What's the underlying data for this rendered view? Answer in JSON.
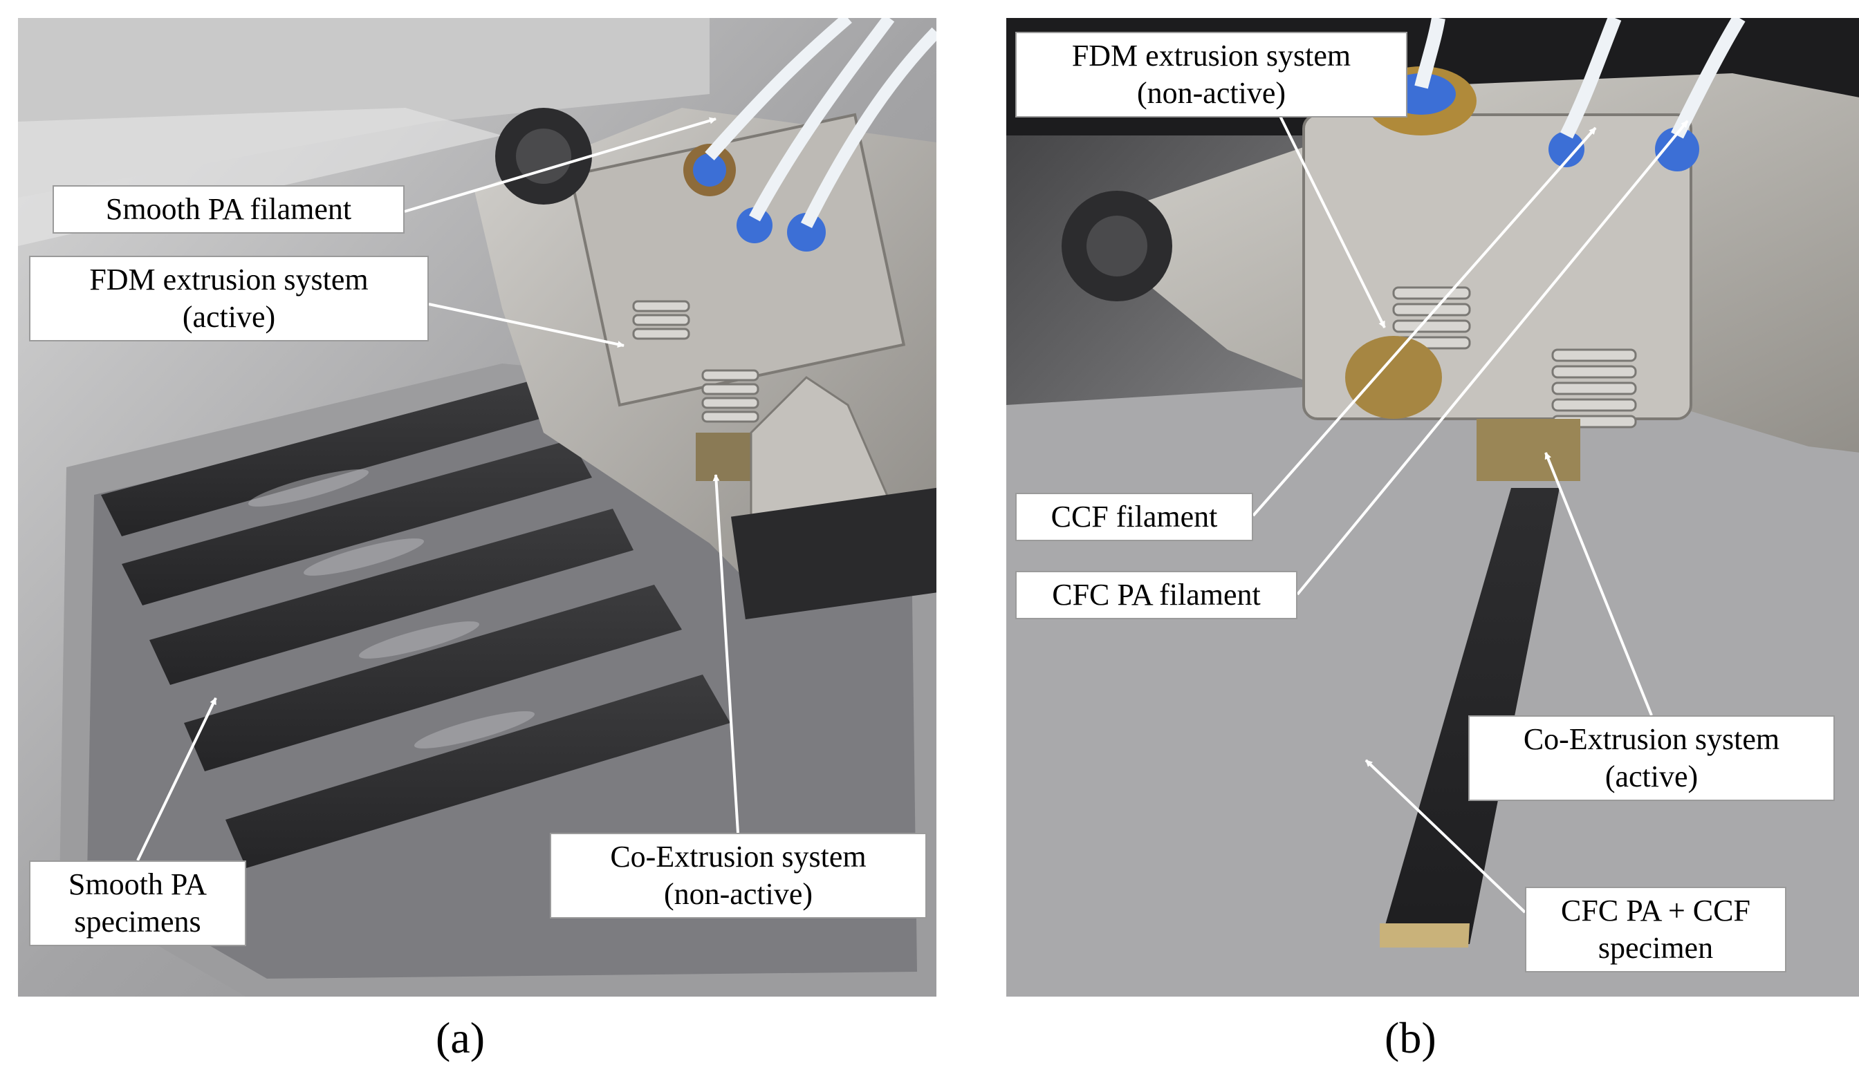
{
  "panels": [
    {
      "caption": "(a)",
      "labels": {
        "smooth_pa_filament": "Smooth PA filament",
        "fdm_line1": "FDM extrusion system",
        "fdm_line2": "(active)",
        "coex_line1": "Co-Extrusion system",
        "coex_line2": "(non-active)",
        "specimens_line1": "Smooth PA",
        "specimens_line2": "specimens"
      }
    },
    {
      "caption": "(b)",
      "labels": {
        "fdm_line1": "FDM extrusion system",
        "fdm_line2": "(non-active)",
        "ccf_filament": "CCF filament",
        "cfc_pa_filament": "CFC PA filament",
        "coex_line1": "Co-Extrusion system",
        "coex_line2": "(active)",
        "specimen_line1": "CFC PA + CCF",
        "specimen_line2": "specimen"
      }
    }
  ],
  "colors": {
    "label_border": "#9a9a9a",
    "arrow": "#ffffff"
  }
}
